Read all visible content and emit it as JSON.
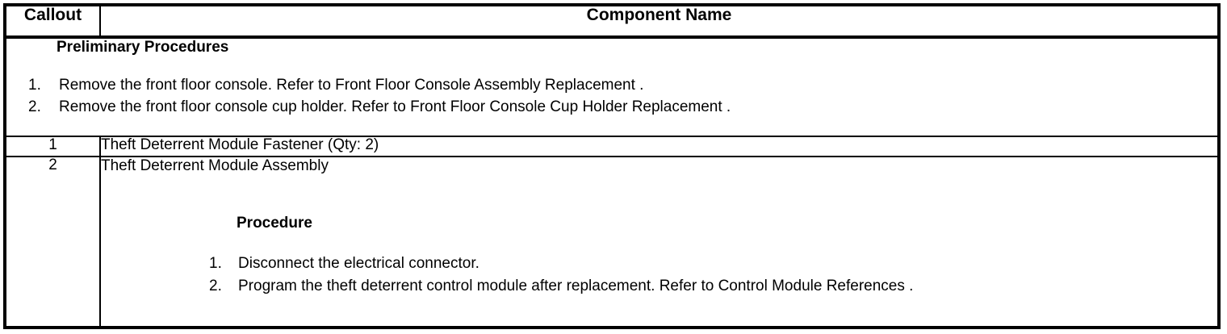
{
  "table": {
    "headers": {
      "callout": "Callout",
      "component_name": "Component Name"
    },
    "preliminary": {
      "title": "Preliminary Procedures",
      "steps": [
        {
          "marker": "1.",
          "text": "Remove the front floor console. Refer to Front Floor Console Assembly Replacement ."
        },
        {
          "marker": "2.",
          "text": "Remove the front floor console cup holder. Refer to Front Floor Console Cup Holder Replacement ."
        }
      ]
    },
    "rows": [
      {
        "callout": "1",
        "component_name": "Theft Deterrent Module Fastener (Qty: 2)"
      },
      {
        "callout": "2",
        "component_name": "Theft Deterrent Module Assembly",
        "sub_heading": "Procedure",
        "sub_steps": [
          {
            "marker": "1.",
            "text": "Disconnect the electrical connector."
          },
          {
            "marker": "2.",
            "text": "Program the theft deterrent control module after replacement. Refer to Control Module References ."
          }
        ]
      }
    ]
  },
  "colors": {
    "border": "#000000",
    "text": "#000000",
    "background": "#ffffff"
  }
}
